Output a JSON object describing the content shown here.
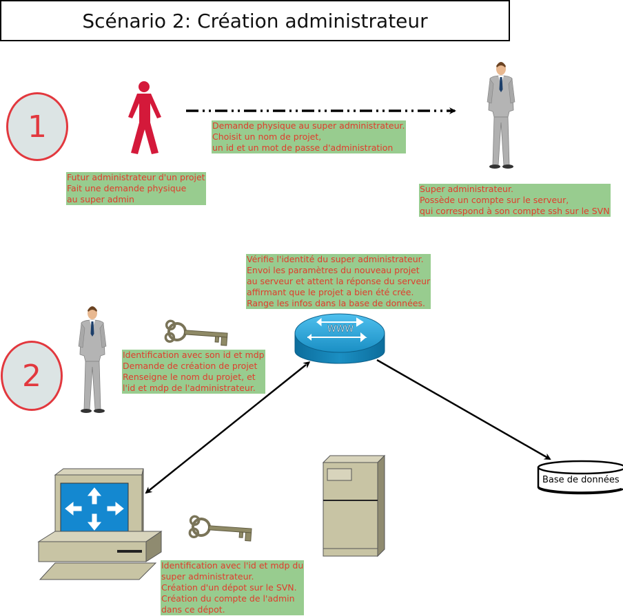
{
  "title": "Scénario 2: Création administrateur",
  "steps": [
    "1",
    "2"
  ],
  "notes": {
    "demande_physique": "Demande physique au super administrateur.\nChoisit un nom de projet,\nun id et un mot de passe d'administration",
    "futur_admin": "Futur administrateur d'un projet\nFait une demande physique\nau super admin",
    "super_admin": "Super administrateur.\nPossède un compte sur le serveur,\nqui correspond à son compte ssh sur le SVN",
    "verifie": "Vérifie l'identité du super administrateur.\nEnvoi les paramètres du nouveau projet\nau serveur et attent la réponse du serveur\naffirmant que le projet a bien été crée.\nRange les infos dans la base de données.",
    "identification_1": "Identification avec son id et mdp\nDemande de création de projet\nRenseigne le nom du projet, et\nl'id et mdp de l'administrateur.",
    "identification_2": "Identification avec l'id et mdp du\nsuper administrateur.\nCréation d'un dépot sur le SVN.\nCréation du compte de l'admin\ndans ce dépot."
  },
  "router_label": "WWW",
  "database_label": "Base de données",
  "colors": {
    "note_bg": "#98cc8f",
    "note_text": "#e03c2c",
    "step_border": "#e2383e",
    "step_bg": "#dce4e4",
    "person_red": "#d4193a",
    "suit_gray": "#b4b4b4",
    "router_blue": "#1f8fc0",
    "beige": "#c8c4a4"
  },
  "icons": [
    "red-person-icon",
    "businessman-icon",
    "key-icon",
    "www-router-icon",
    "computer-icon",
    "server-tower-icon",
    "database-icon"
  ]
}
